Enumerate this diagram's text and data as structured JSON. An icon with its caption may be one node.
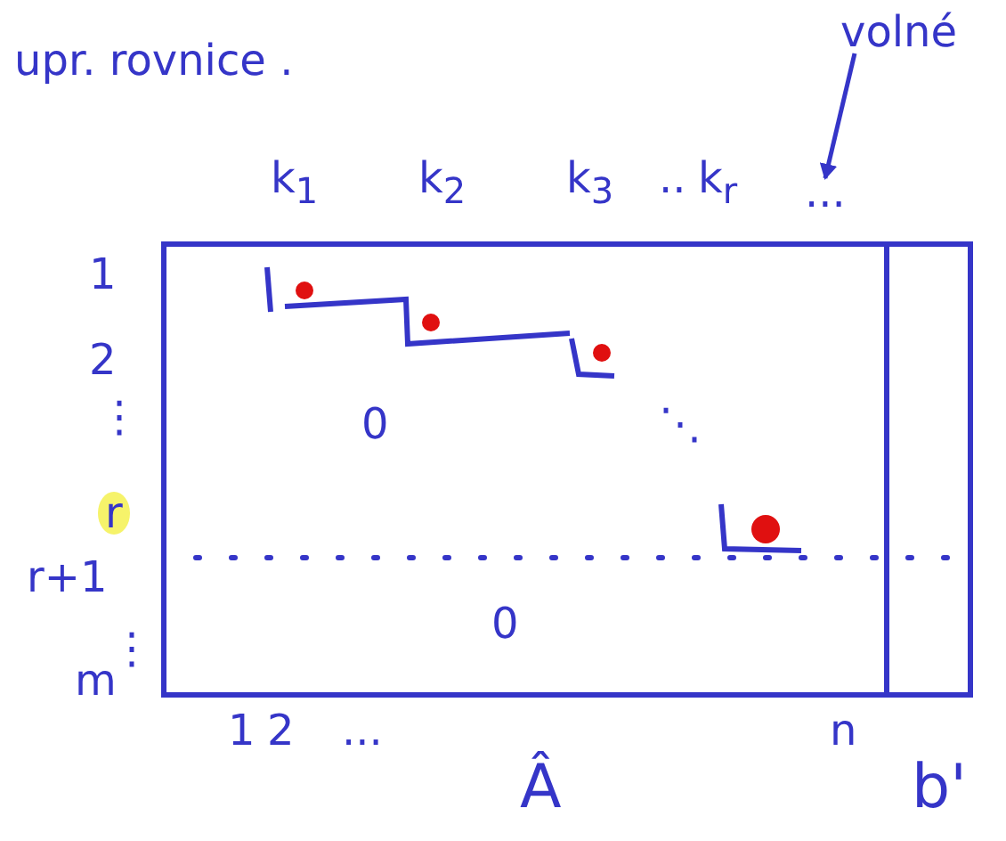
{
  "diagram": {
    "title": "upr. rovnice .",
    "nodes": [
      {
        "text": [
          "volné"
        ]
      },
      {
        "text": [
          "..."
        ]
      }
    ],
    "edges": [
      {
        "from": 0,
        "to": 1,
        "arrow": "to"
      }
    ],
    "labels": [
      "k$_{1}$",
      "k$_{2}$",
      "k$_{3}$",
      "..",
      "k$_{r}$",
      "1",
      "2",
      "⋮",
      "0",
      "⋱",
      "r",
      "r+1",
      "⋮",
      "0",
      "m",
      "1",
      "2",
      "...",
      "n",
      "Â",
      "b'"
    ]
  }
}
